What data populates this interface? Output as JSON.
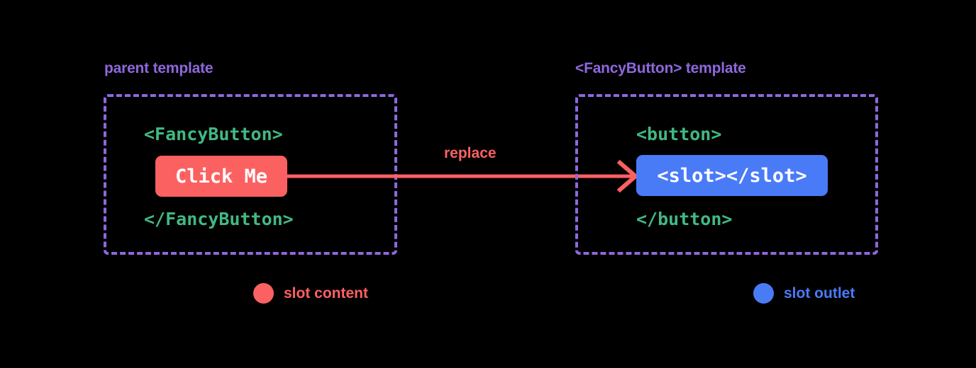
{
  "diagram": {
    "background_color": "#000000",
    "accent_colors": {
      "purple": "#8E68DC",
      "green": "#42B883",
      "coral": "#FC6161",
      "blue": "#4A7BF7",
      "white": "#FFFFFF"
    }
  },
  "panels": {
    "left": {
      "title": "parent template",
      "code_open": "<FancyButton>",
      "highlight": "Click Me",
      "code_close": "</FancyButton>"
    },
    "right": {
      "title": "<FancyButton> template",
      "code_open": "<button>",
      "highlight": "<slot></slot>",
      "code_close": "</button>"
    }
  },
  "arrow": {
    "label": "replace",
    "direction": "left-to-right"
  },
  "legend": [
    {
      "label": "slot content",
      "color": "#FC6161"
    },
    {
      "label": "slot outlet",
      "color": "#4A7BF7"
    }
  ]
}
